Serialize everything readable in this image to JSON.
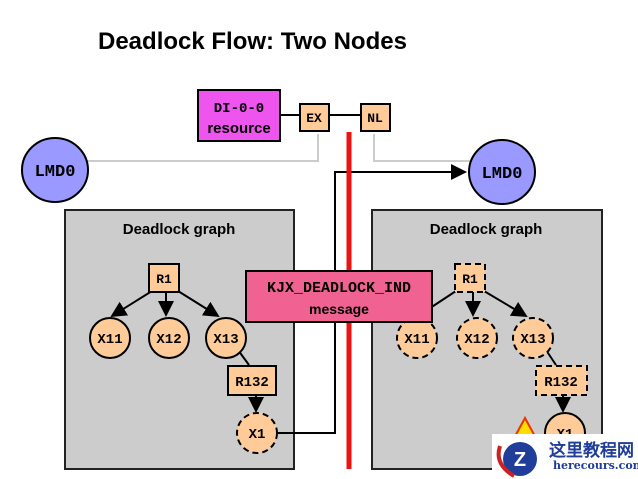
{
  "title": "Deadlock Flow: Two Nodes",
  "resource": {
    "line1": "DI-0-0",
    "line2": "resource",
    "color": "#ee55ee"
  },
  "locks": {
    "ex": "EX",
    "nl": "NL"
  },
  "lmd_left": {
    "label": "LMD0",
    "color": "#9999ff"
  },
  "lmd_right": {
    "label": "LMD0",
    "color": "#9999ff"
  },
  "graph_left": {
    "title": "Deadlock graph",
    "nodes": {
      "r1": "R1",
      "x11": "X11",
      "x12": "X12",
      "x13": "X13",
      "r132": "R132",
      "x1": "X1"
    }
  },
  "graph_right": {
    "title": "Deadlock graph",
    "nodes": {
      "r1": "R1",
      "x11": "X11",
      "x12": "X12",
      "x13": "X13",
      "r132": "R132",
      "x1": "X1"
    }
  },
  "message": {
    "line1": "KJX_DEADLOCK_IND",
    "line2": "message",
    "color": "#f06292"
  },
  "colors": {
    "node_fill": "#ffcc99",
    "graph_bg": "#cccccc",
    "divider": "#ee1111"
  },
  "watermark": {
    "name": "这里教程网",
    "url": "herecours.com"
  }
}
